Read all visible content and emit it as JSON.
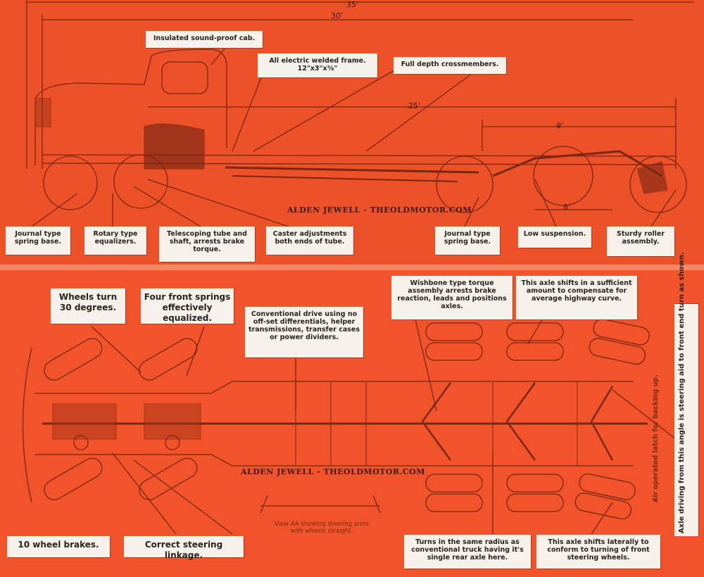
{
  "side_view": {
    "dimensions": {
      "overall": "35'",
      "d30": "30'",
      "d25": "25'",
      "d9": "9'",
      "d8": "8'"
    },
    "credit": "ALDEN JEWELL - THEOLDMOTOR.COM",
    "callouts": [
      "Insulated sound-proof cab.",
      "All electric welded frame. 12\"x3\"x⅜\"",
      "Full depth crossmembers.",
      "Journal type spring base.",
      "Rotary type equalizers.",
      "Telescoping tube and shaft, arrests brake torque.",
      "Caster adjustments both ends of tube.",
      "Journal type spring base.",
      "Low suspension.",
      "Sturdy roller assembly."
    ]
  },
  "plan_view": {
    "credit": "ALDEN JEWELL - THEOLDMOTOR.COM",
    "callouts": [
      "Wheels turn 30 degrees.",
      "Four front springs effectively equalized.",
      "Conventional drive using no off-set differentials, helper transmissions, transfer cases or power dividers.",
      "Wishbone type torque assembly arrests brake reaction, leads and positions axles.",
      "This axle shifts in a sufficient amount to compensate for average highway curve.",
      "10 wheel brakes.",
      "Correct steering linkage.",
      "Turns in the same radius as conventional truck having it's single rear axle here.",
      "This axle shifts laterally to conform to turning of front steering wheels.",
      "Axle driving from this angle is steering aid to front end turn as shown."
    ],
    "view_aa_caption": "View AA showing steering arms with wheels straight.",
    "latch_note": "Air operated latch for backing up."
  },
  "colors": {
    "background": "#ee4f27",
    "line": "#7a2612",
    "label_bg": "#f6f2ea"
  }
}
